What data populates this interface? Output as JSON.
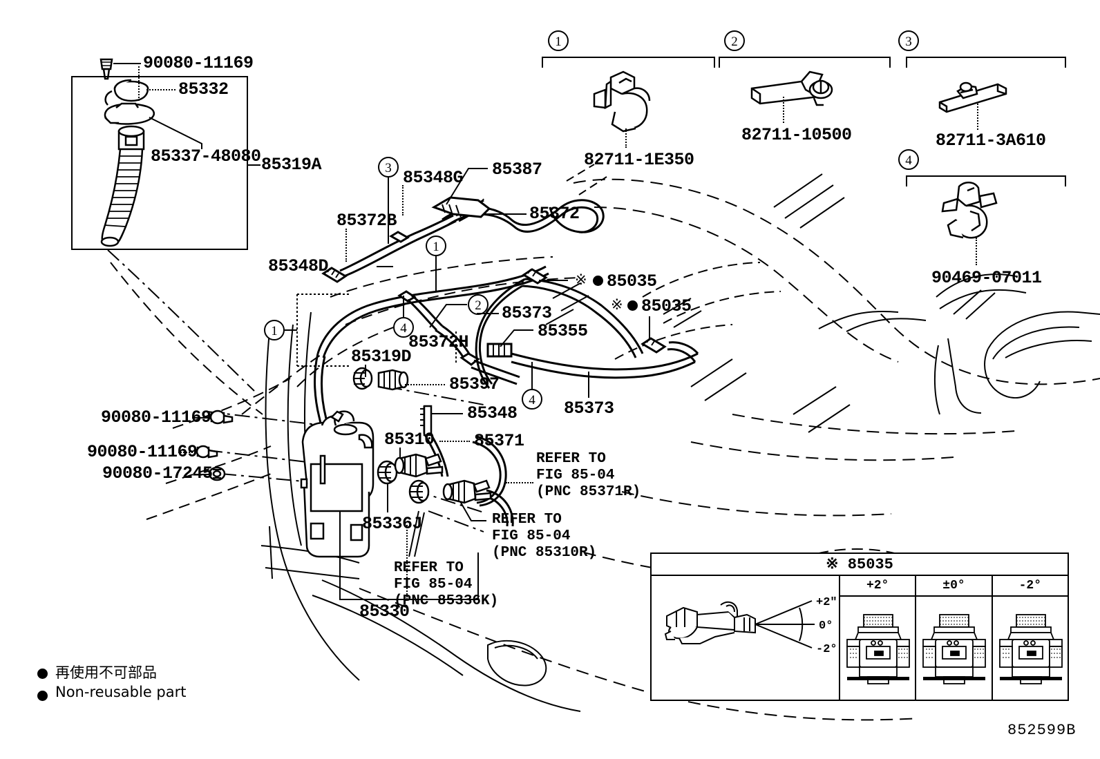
{
  "figure": {
    "number": "852599B",
    "legend": {
      "jp": "再使用不可部品",
      "en": "Non-reusable part"
    }
  },
  "groups": [
    {
      "id": "1",
      "part": "82711-1E350"
    },
    {
      "id": "2",
      "part": "82711-10500"
    },
    {
      "id": "3",
      "part": "82711-3A610"
    },
    {
      "id": "4",
      "part": "90469-07011"
    }
  ],
  "inset": {
    "title": "※ 85035",
    "columns": [
      {
        "label": "+2°"
      },
      {
        "label": "±0°"
      },
      {
        "label": "-2°"
      }
    ],
    "angles": [
      "+2\"",
      "0°",
      "-2°"
    ]
  },
  "callouts": {
    "c1a": "1",
    "c1b": "1",
    "c2": "2",
    "c3": "3",
    "c4a": "4",
    "c4b": "4"
  },
  "labels": {
    "bolt_top": "90080-11169",
    "cap_85332": "85332",
    "inlet_85337": "85337-48080",
    "group_85319A": "85319A",
    "hose_85348G": "85348G",
    "clip_85387": "85387",
    "hose_85372B": "85372B",
    "hose_85372": "85372",
    "clip_85348D": "85348D",
    "nozzle_85035_a": "85035",
    "nozzle_85035_b": "85035",
    "hose_85373_a": "85373",
    "joint_85355": "85355",
    "hose_85372H": "85372H",
    "hose_85373_b": "85373",
    "grommet_85319D": "85319D",
    "cap_85397": "85397",
    "clip_85348": "85348",
    "bolt_1": "90080-11169",
    "bolt_2": "90080-11169",
    "bolt_3": "90080-17245",
    "motor_85310": "85310",
    "hose_85371": "85371",
    "grommet_85336J": "85336J",
    "tank_85330": "85330",
    "refer_85371R": "REFER TO\nFIG 85-04\n(PNC 85371R)",
    "refer_85310R": "REFER TO\nFIG 85-04\n(PNC 85310R)",
    "refer_85336K": "REFER TO\nFIG 85-04\n(PNC 85336K)",
    "refer_85371R_l1": "REFER TO",
    "refer_85371R_l2": "FIG 85-04",
    "refer_85371R_l3": "(PNC 85371R)",
    "refer_85310R_l1": "REFER TO",
    "refer_85310R_l2": "FIG 85-04",
    "refer_85310R_l3": "(PNC 85310R)",
    "refer_85336K_l1": "REFER TO",
    "refer_85336K_l2": "FIG 85-04",
    "refer_85336K_l3": "(PNC 85336K)"
  }
}
